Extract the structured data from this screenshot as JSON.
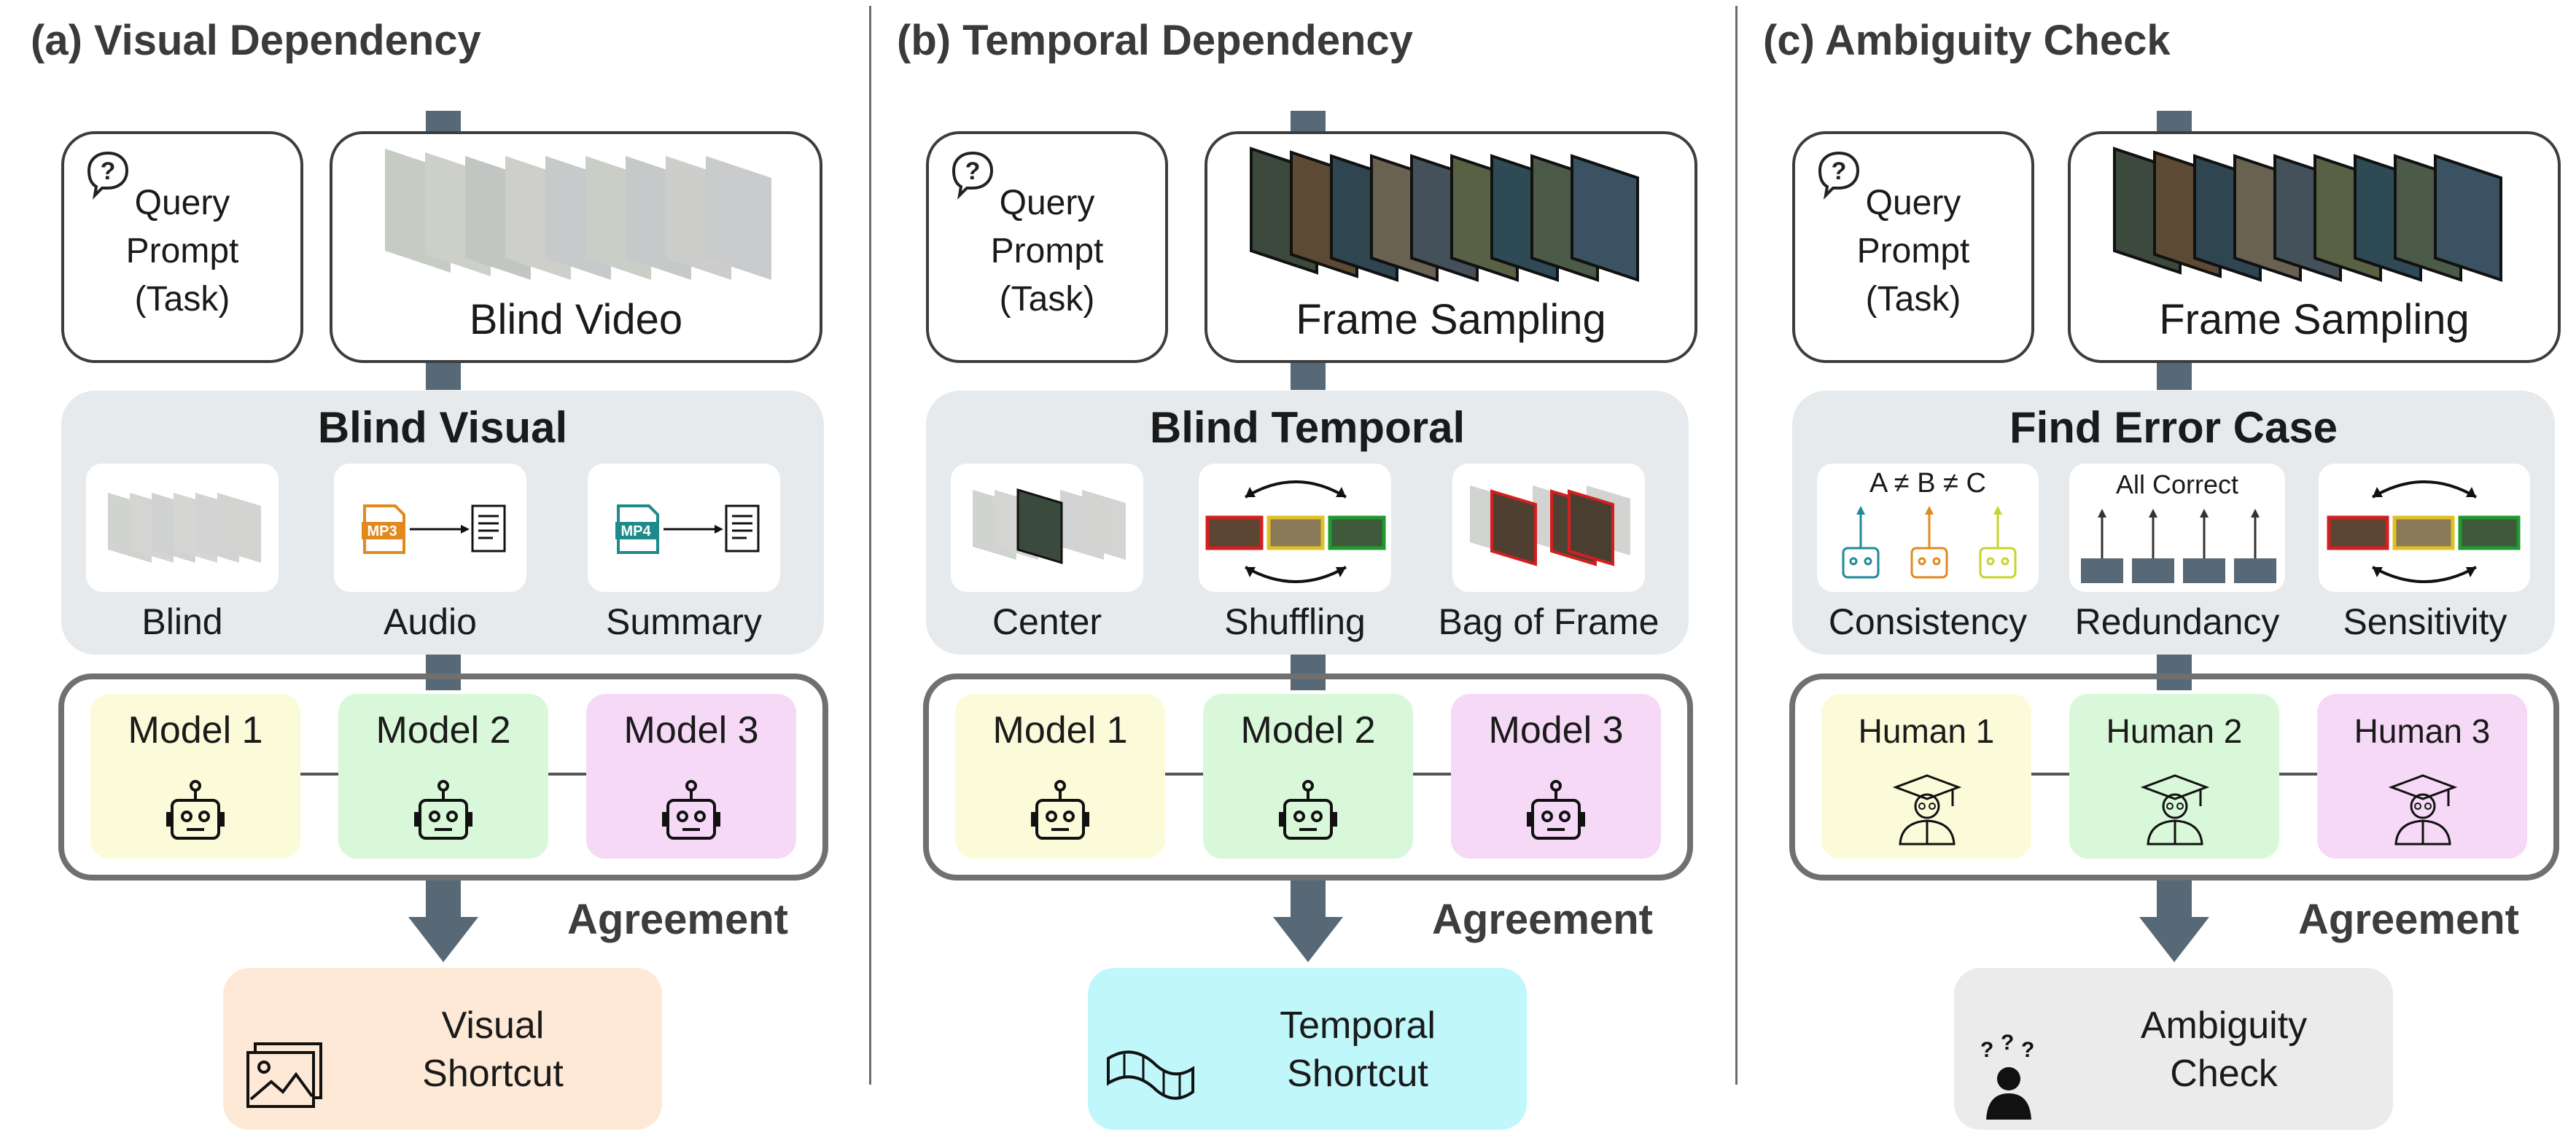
{
  "panels": [
    {
      "title": "(a) Visual Dependency",
      "query": [
        "Query",
        "Prompt",
        "(Task)"
      ],
      "video_label": "Blind Video",
      "stage_title": "Blind Visual",
      "methods": [
        "Blind",
        "Audio",
        "Summary"
      ],
      "file_tags": [
        "MP3",
        "MP4"
      ],
      "evaluators": [
        "Model 1",
        "Model 2",
        "Model 3"
      ],
      "agreement": "Agreement",
      "output": [
        "Visual",
        "Shortcut"
      ]
    },
    {
      "title": "(b) Temporal Dependency",
      "query": [
        "Query",
        "Prompt",
        "(Task)"
      ],
      "video_label": "Frame Sampling",
      "stage_title": "Blind Temporal",
      "methods": [
        "Center",
        "Shuffling",
        "Bag of Frame"
      ],
      "evaluators": [
        "Model 1",
        "Model 2",
        "Model 3"
      ],
      "agreement": "Agreement",
      "output": [
        "Temporal",
        "Shortcut"
      ]
    },
    {
      "title": "(c) Ambiguity Check",
      "query": [
        "Query",
        "Prompt",
        "(Task)"
      ],
      "video_label": "Frame Sampling",
      "stage_title": "Find Error Case",
      "methods": [
        "Consistency",
        "Redundancy",
        "Sensitivity"
      ],
      "consistency_formula": "A ≠ B ≠ C",
      "redundancy_text": "All Correct",
      "evaluators": [
        "Human 1",
        "Human 2",
        "Human 3"
      ],
      "agreement": "Agreement",
      "output": [
        "Ambiguity",
        "Check"
      ]
    }
  ],
  "colors": {
    "pipe": "#576976",
    "stage_bg": "#e6eaed",
    "eval_1": "#fbfbd9",
    "eval_2": "#d9f8d9",
    "eval_3": "#f6d9f6",
    "out_visual": "#fde9d6",
    "out_temporal": "#bff7fb",
    "out_ambiguity": "#ebebeb"
  },
  "icons": [
    "speech-bubble-question-icon",
    "robot-icon",
    "graduate-icon",
    "image-icon",
    "film-strip-icon",
    "confused-person-icon",
    "document-icon",
    "swap-arrows-icon"
  ]
}
